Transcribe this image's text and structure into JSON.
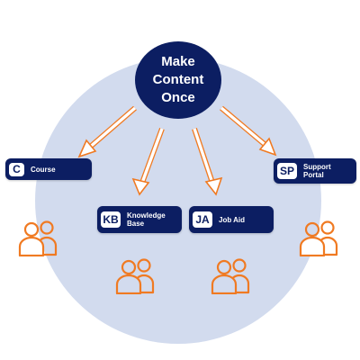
{
  "hub": {
    "label": "Make\nContent\nOnce"
  },
  "channels": [
    {
      "badge": "C",
      "label": "Course"
    },
    {
      "badge": "KB",
      "label": "Knowledge\nBase"
    },
    {
      "badge": "JA",
      "label": "Job Aid"
    },
    {
      "badge": "SP",
      "label": "Support\nPortal"
    }
  ],
  "colors": {
    "navy": "#0c1e62",
    "circle": "#d2dbee",
    "orange": "#f07a22",
    "white": "#ffffff"
  },
  "icons": {
    "people": "people-group-icon",
    "arrow": "arrow-icon"
  }
}
